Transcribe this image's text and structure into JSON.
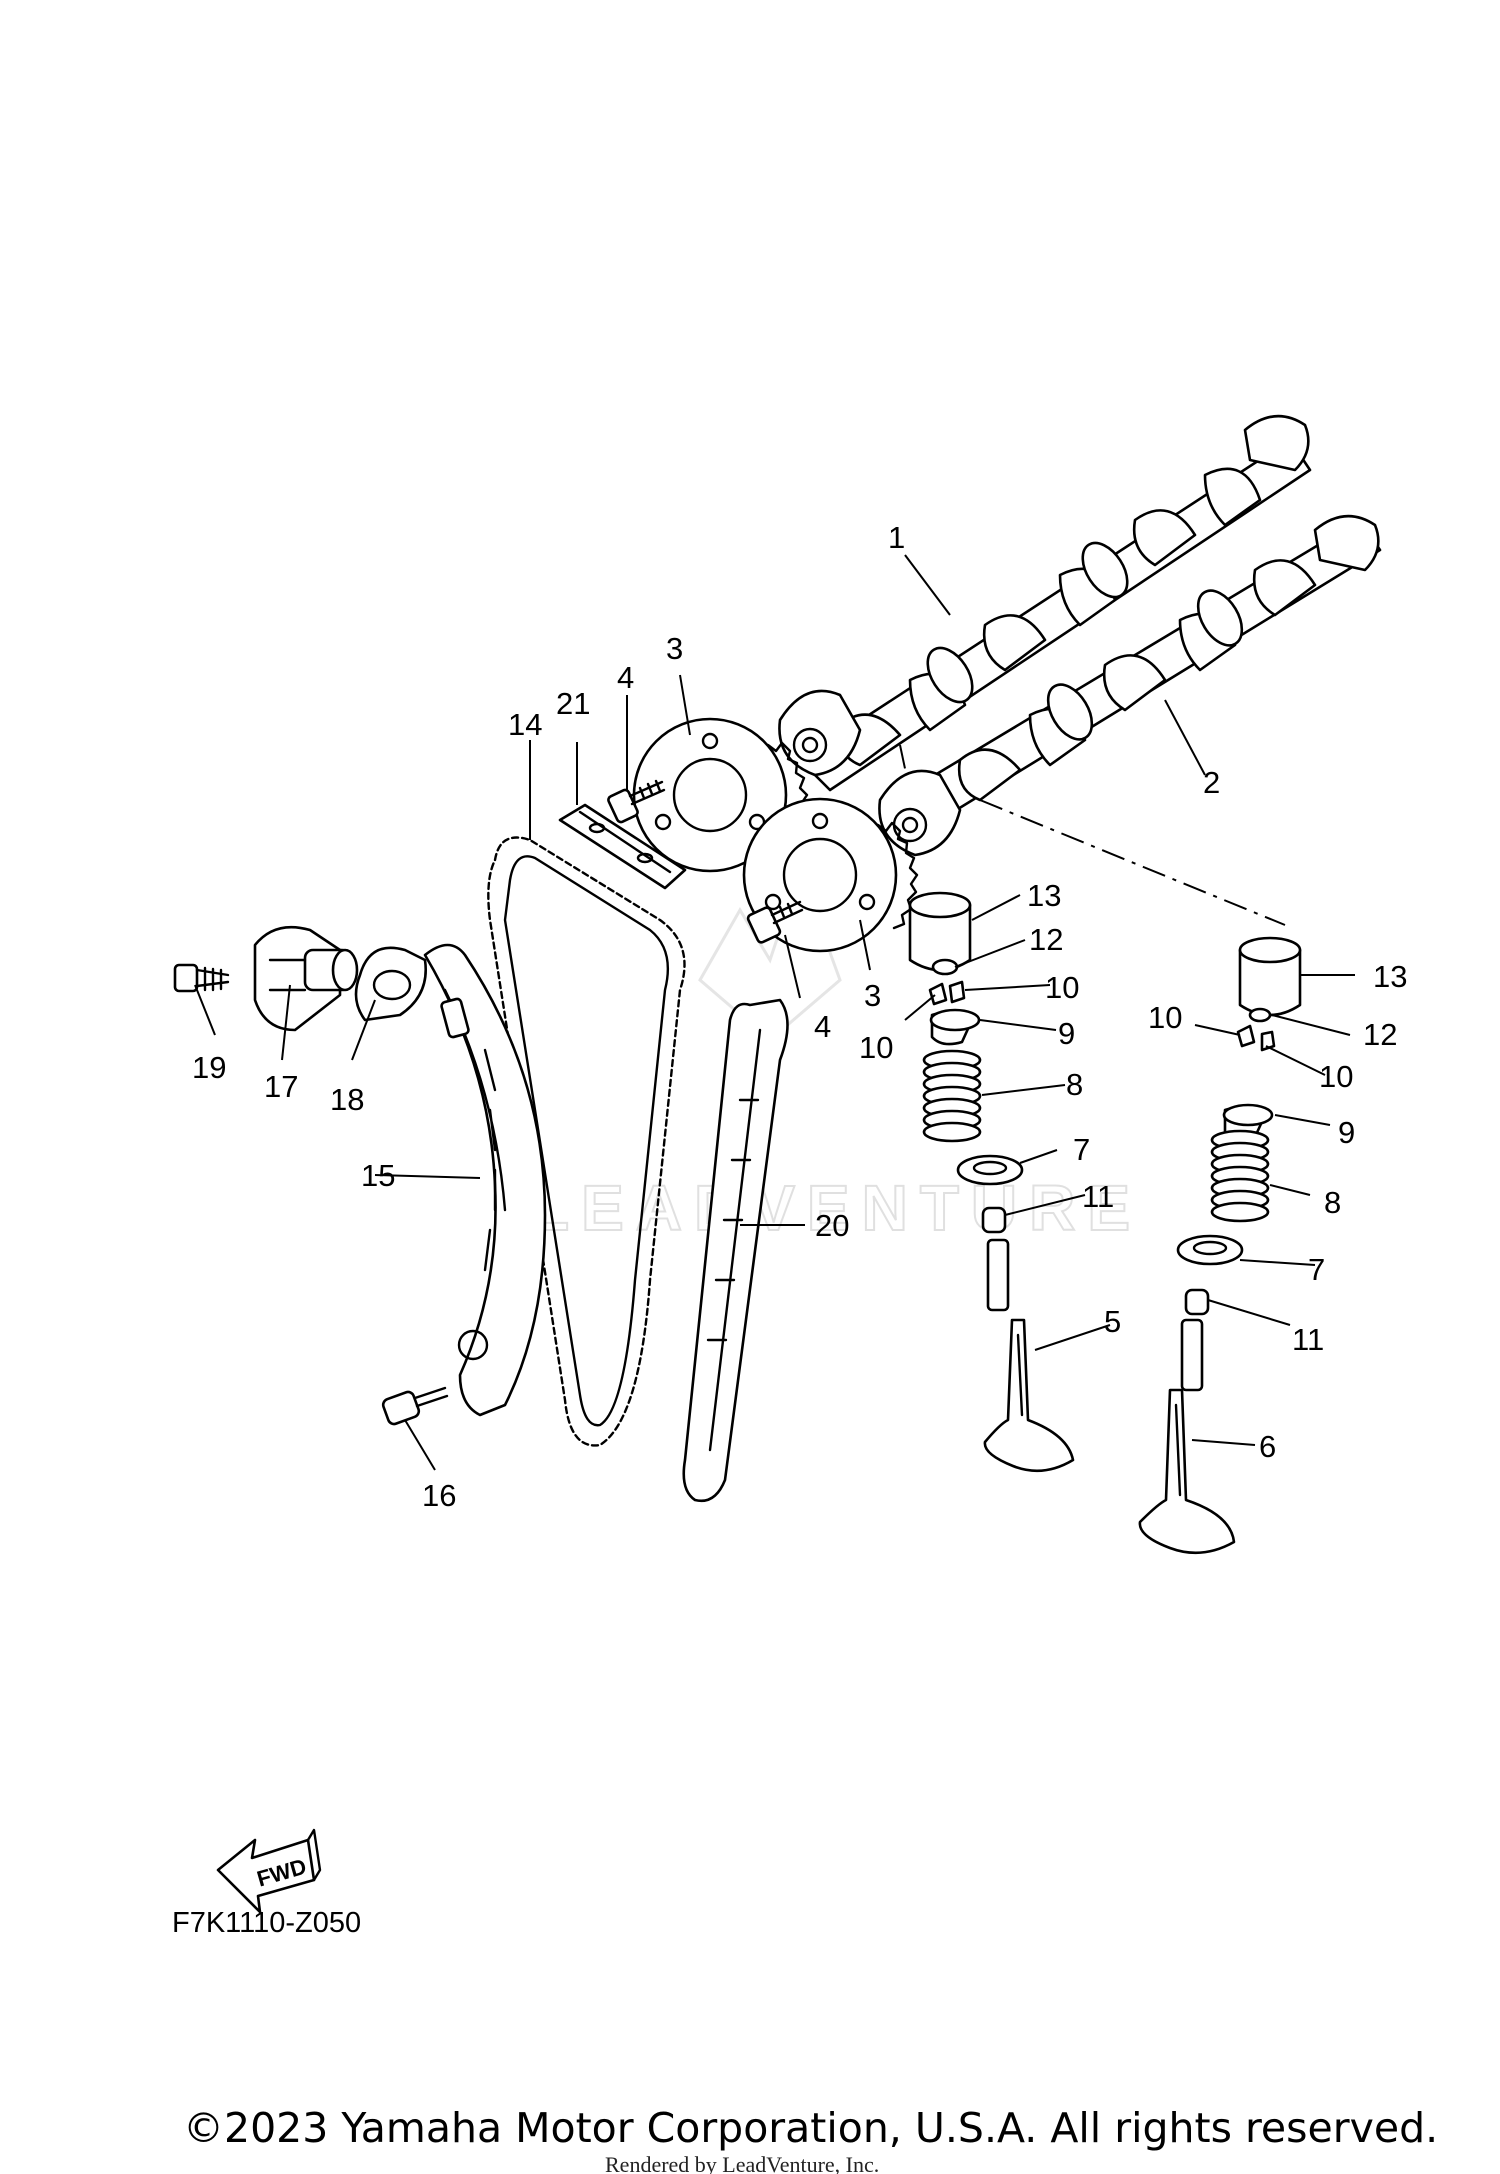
{
  "diagram": {
    "part_labels": [
      {
        "id": "1",
        "text": "1"
      },
      {
        "id": "2",
        "text": "2"
      },
      {
        "id": "3a",
        "text": "3"
      },
      {
        "id": "3b",
        "text": "3"
      },
      {
        "id": "4a",
        "text": "4"
      },
      {
        "id": "4b",
        "text": "4"
      },
      {
        "id": "5",
        "text": "5"
      },
      {
        "id": "6",
        "text": "6"
      },
      {
        "id": "7a",
        "text": "7"
      },
      {
        "id": "7b",
        "text": "7"
      },
      {
        "id": "8a",
        "text": "8"
      },
      {
        "id": "8b",
        "text": "8"
      },
      {
        "id": "9a",
        "text": "9"
      },
      {
        "id": "9b",
        "text": "9"
      },
      {
        "id": "10a",
        "text": "10"
      },
      {
        "id": "10b",
        "text": "10"
      },
      {
        "id": "10c",
        "text": "10"
      },
      {
        "id": "10d",
        "text": "10"
      },
      {
        "id": "11a",
        "text": "11"
      },
      {
        "id": "11b",
        "text": "11"
      },
      {
        "id": "12a",
        "text": "12"
      },
      {
        "id": "12b",
        "text": "12"
      },
      {
        "id": "13a",
        "text": "13"
      },
      {
        "id": "13b",
        "text": "13"
      },
      {
        "id": "14",
        "text": "14"
      },
      {
        "id": "15",
        "text": "15"
      },
      {
        "id": "16",
        "text": "16"
      },
      {
        "id": "17",
        "text": "17"
      },
      {
        "id": "18",
        "text": "18"
      },
      {
        "id": "19",
        "text": "19"
      },
      {
        "id": "20",
        "text": "20"
      },
      {
        "id": "21",
        "text": "21"
      }
    ],
    "fwd_arrow_text": "FWD",
    "diagram_code": "F7K1110-Z050",
    "watermark_logo_text": "LEADVENTURE"
  },
  "footer": {
    "copyright": "©2023 Yamaha Motor Corporation, U.S.A. All rights reserved.",
    "rendered_by": "Rendered by LeadVenture, Inc."
  }
}
